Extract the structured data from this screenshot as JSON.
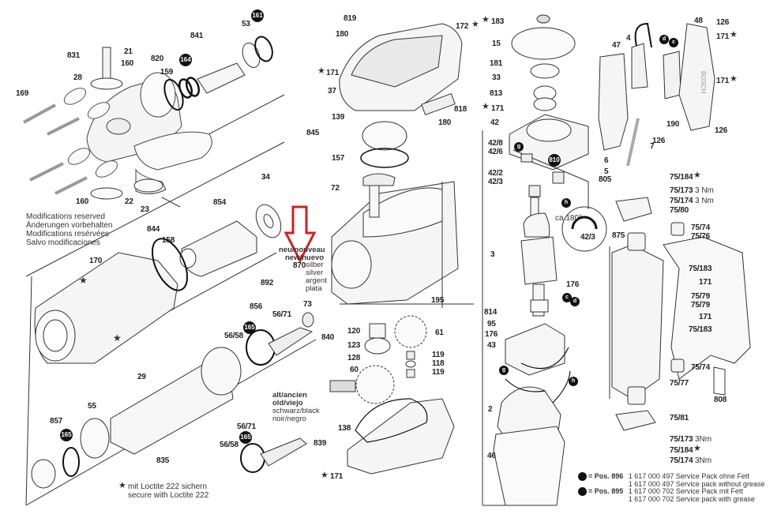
{
  "diagram": {
    "title": "Exploded parts diagram - demolition hammer",
    "accent_color": "#d42020",
    "notes": {
      "modifications": [
        "Modifications reserved",
        "Änderungen vorbehalten",
        "Modifications resérvées",
        "Salvo modificaciones"
      ],
      "loctite": [
        "mit Loctite 222 sichern",
        "secure with Loctite 222"
      ],
      "new_part": {
        "bold": [
          "neu/nouveau",
          "new/nuevo"
        ],
        "code": "870",
        "color": [
          "silber",
          "silver",
          "argent",
          "plata"
        ]
      },
      "old_part": {
        "bold": [
          "alt/ancien",
          "old/viejo"
        ],
        "color": [
          "schwarz/black",
          "noir/negro"
        ]
      }
    },
    "legend": [
      {
        "pos": "= Pos. 896",
        "lines": [
          "1 617 000 497 Service Pack ohne Fett",
          "1 617 000 497 Service pack without grease"
        ]
      },
      {
        "pos": "= Pos. 895",
        "lines": [
          "1 617 000 702 Service Pack mit Fett",
          "1 617 000 702 Service pack with grease"
        ]
      }
    ],
    "badges": [
      "161",
      "164",
      "165",
      "165",
      "165",
      "810",
      "g",
      "h",
      "c",
      "d",
      "d",
      "c",
      "g",
      "h"
    ],
    "labels": {
      "l169": "169",
      "l831": "831",
      "l28": "28",
      "l21": "21",
      "l160a": "160",
      "l820": "820",
      "l159": "159",
      "l841": "841",
      "l53": "53",
      "l160b": "160",
      "l22": "22",
      "l23": "23",
      "l34": "34",
      "l854": "854",
      "l844": "844",
      "l158": "158",
      "l170": "170",
      "l892": "892",
      "l856": "856",
      "l5671a": "56/71",
      "l5658a": "56/58",
      "l73": "73",
      "l29": "29",
      "l55": "55",
      "l857": "857",
      "l835": "835",
      "l5671b": "56/71",
      "l5658b": "56/58",
      "l819": "819",
      "l180a": "180",
      "l172": "172",
      "l171a": "171",
      "l37": "37",
      "l818": "818",
      "l180b": "180",
      "l139": "139",
      "l845": "845",
      "l157": "157",
      "l72": "72",
      "l195": "195",
      "l840": "840",
      "l120": "120",
      "l123": "123",
      "l128": "128",
      "l61": "61",
      "l119a": "119",
      "l118": "118",
      "l119b": "119",
      "l60": "60",
      "l138": "138",
      "l839": "839",
      "l171b": "171",
      "l183": "183",
      "l15": "15",
      "l181": "181",
      "l33": "33",
      "l813": "813",
      "l171c": "171",
      "l42": "42",
      "l428": "42/8",
      "l426": "42/6",
      "l422": "42/2",
      "l423": "42/3",
      "l423b": "42/3",
      "ca180": "ca.180°",
      "l3": "3",
      "l176a": "176",
      "l814": "814",
      "l95": "95",
      "l176b": "176",
      "l43": "43",
      "l2": "2",
      "l46": "46",
      "l48": "48",
      "l126a": "126",
      "l171d": "171",
      "l47": "47",
      "l4": "4",
      "l171e": "171",
      "l190": "190",
      "l126b": "126",
      "l7": "7",
      "l126c": "126",
      "l6": "6",
      "l5": "5",
      "l805": "805",
      "l75184a": "75/184",
      "l75173a": "75/173",
      "nm1": "3 Nm",
      "l75174a": "75/174",
      "nm2": "3 Nm",
      "l7580": "75/80",
      "l875": "875",
      "l7574a": "75/74",
      "l7576": "75/76",
      "l75183a": "75/183",
      "l171f": "171",
      "l7579a": "75/79",
      "l7579b": "75/79",
      "l171g": "171",
      "l75183b": "75/183",
      "l7574b": "75/74",
      "l7577": "75/77",
      "l808": "808",
      "l7581": "75/81",
      "l75173b": "75/173",
      "nm3": "3Nm",
      "l75184b": "75/184",
      "l75174b": "75/174",
      "nm4": "3Nm"
    }
  }
}
